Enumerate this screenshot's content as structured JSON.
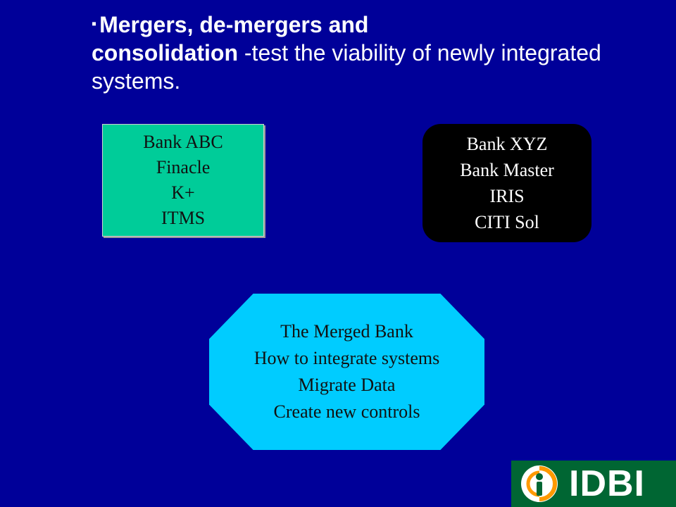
{
  "title": {
    "bullet": "▪",
    "bold_part_1": "Mergers, de-mergers  and",
    "bold_part_2": "consolidation",
    "rest": "  -test the viability of newly integrated systems."
  },
  "bank_abc": {
    "lines": [
      "Bank ABC",
      "Finacle",
      "K+",
      "ITMS"
    ]
  },
  "bank_xyz": {
    "lines": [
      "Bank XYZ",
      "Bank Master",
      "IRIS",
      "CITI Sol"
    ]
  },
  "merged_bank": {
    "lines": [
      "The Merged Bank",
      "How to integrate systems",
      "Migrate Data",
      "Create new controls"
    ]
  },
  "logo": {
    "text": "IDBI",
    "icon": "idbi-emblem-icon"
  },
  "colors": {
    "background": "#000099",
    "bank_abc_fill": "#00cc99",
    "bank_xyz_fill": "#000000",
    "merged_fill": "#00ccff",
    "logo_fill": "#006633",
    "logo_accent": "#ff9900"
  }
}
